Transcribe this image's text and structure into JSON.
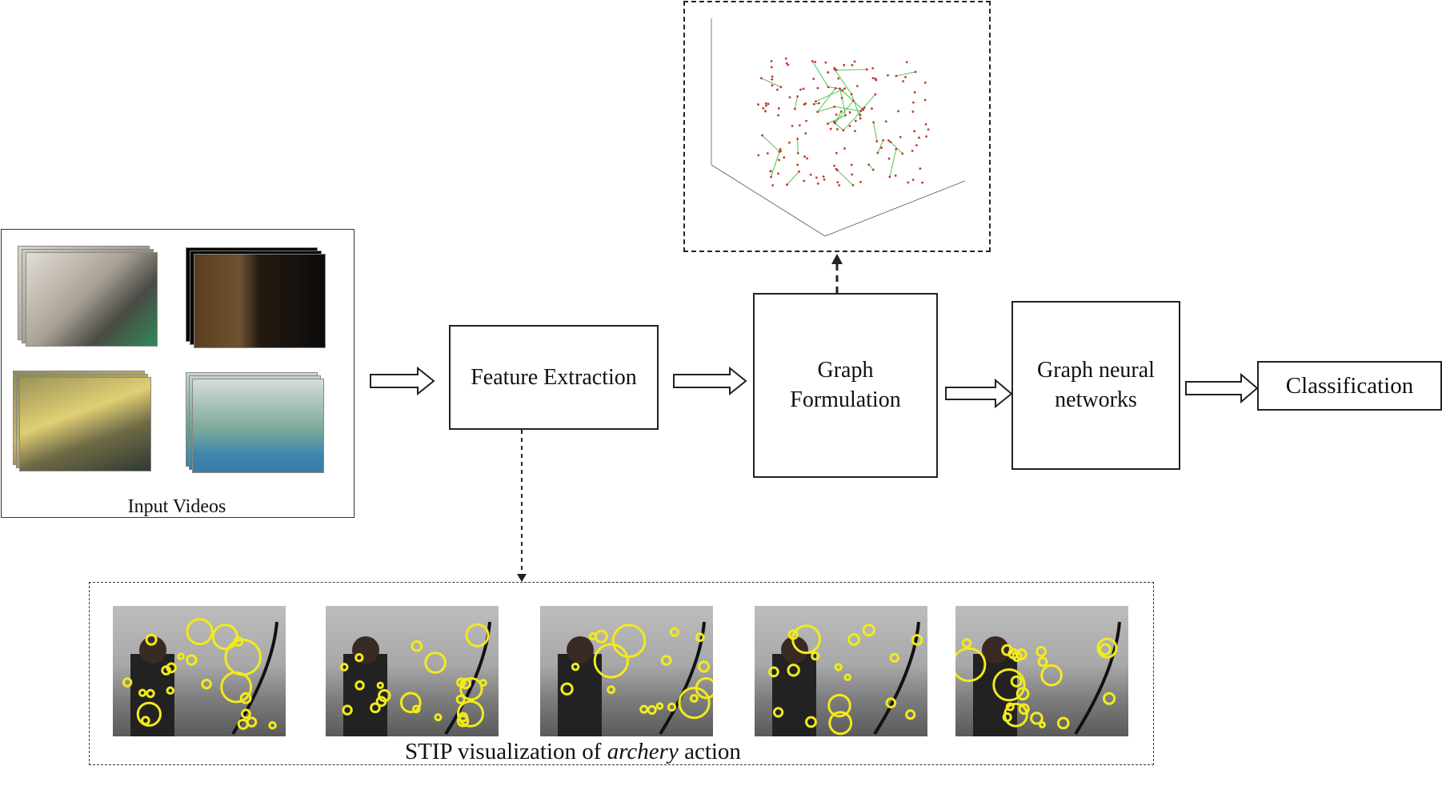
{
  "input_videos": {
    "label": "Input Videos"
  },
  "pipeline": {
    "feature_extraction": "Feature Extraction",
    "graph_formulation_line1": "Graph",
    "graph_formulation_line2": "Formulation",
    "gnn_line1": "Graph neural",
    "gnn_line2": "networks",
    "classification": "Classification"
  },
  "stip": {
    "label_prefix": "STIP  visualization of ",
    "label_italic": "archery",
    "label_suffix": " action",
    "frame_count": 5
  },
  "colors": {
    "stroke": "#222222",
    "stip_marker": "#f2ea1c",
    "graph_edge": "#3fbf3f",
    "graph_node": "#c0392b"
  },
  "icons": {
    "arrow": "hollow-right-arrow",
    "dashed_arrow": "dashed-arrow"
  }
}
